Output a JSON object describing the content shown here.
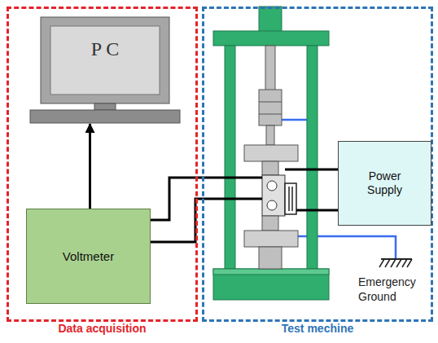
{
  "diagram": {
    "nodes": [
      {
        "text": [
          "Data acquisition"
        ]
      },
      {
        "text": [
          "P C"
        ],
        "in": 0
      },
      {
        "text": [
          "Voltmeter"
        ],
        "in": 0
      },
      {
        "text": [
          "Test mechine"
        ]
      },
      {
        "text": [
          "Power Supply"
        ],
        "in": 3
      }
    ],
    "edges": [
      {
        "from": 2,
        "to": 1,
        "arrow": "to"
      }
    ],
    "labels": [
      "Emergency Ground"
    ]
  }
}
